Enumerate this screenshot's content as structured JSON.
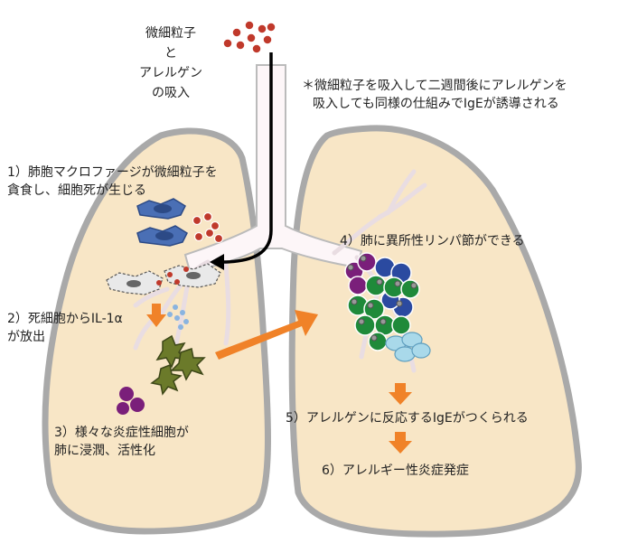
{
  "inhalation": {
    "line1": "微細粒子",
    "line2": "と",
    "line3": "アレルゲン",
    "line4": "の吸入"
  },
  "note": {
    "line1": "＊微細粒子を吸入して二週間後にアレルゲンを",
    "line2": "吸入しても同様の仕組みでIgEが誘導される"
  },
  "steps": {
    "s1_line1": "1）肺胞マクロファージが微細粒子を",
    "s1_line2": "貪食し、細胞死が生じる",
    "s2_line1": "2）死細胞からIL-1α",
    "s2_line2": "が放出",
    "s3_line1": "3）様々な炎症性細胞が",
    "s3_line2": "肺に浸潤、活性化",
    "s4": "4）肺に異所性リンパ節ができる",
    "s5": "5）アレルゲンに反応するIgEがつくられる",
    "s6": "6）アレルギー性炎症発症"
  },
  "colors": {
    "lung_fill": "#f8e6c6",
    "lung_stroke": "#a9a9a9",
    "airway_fill": "#fdf6f8",
    "particle": "#c0392b",
    "arrow_orange": "#f08228",
    "macrophage_blue": "#4a6fb5",
    "dead_cell": "#e9e9e9",
    "il1_blue": "#8ab4e0",
    "inflam_green": "#6b7a2a",
    "purple_cell": "#7a1f7a",
    "node_green": "#1f8a3a",
    "node_blue": "#2b4aa0",
    "node_lightblue": "#a9d9ea"
  }
}
